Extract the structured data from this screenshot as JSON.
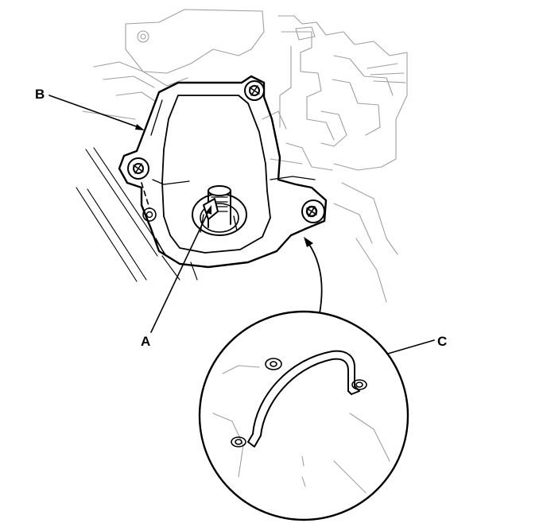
{
  "callouts": {
    "a": "A",
    "b": "B",
    "c": "C"
  },
  "colors": {
    "line": "#000000",
    "light_line": "#9a9a9a",
    "background": "#ffffff"
  }
}
